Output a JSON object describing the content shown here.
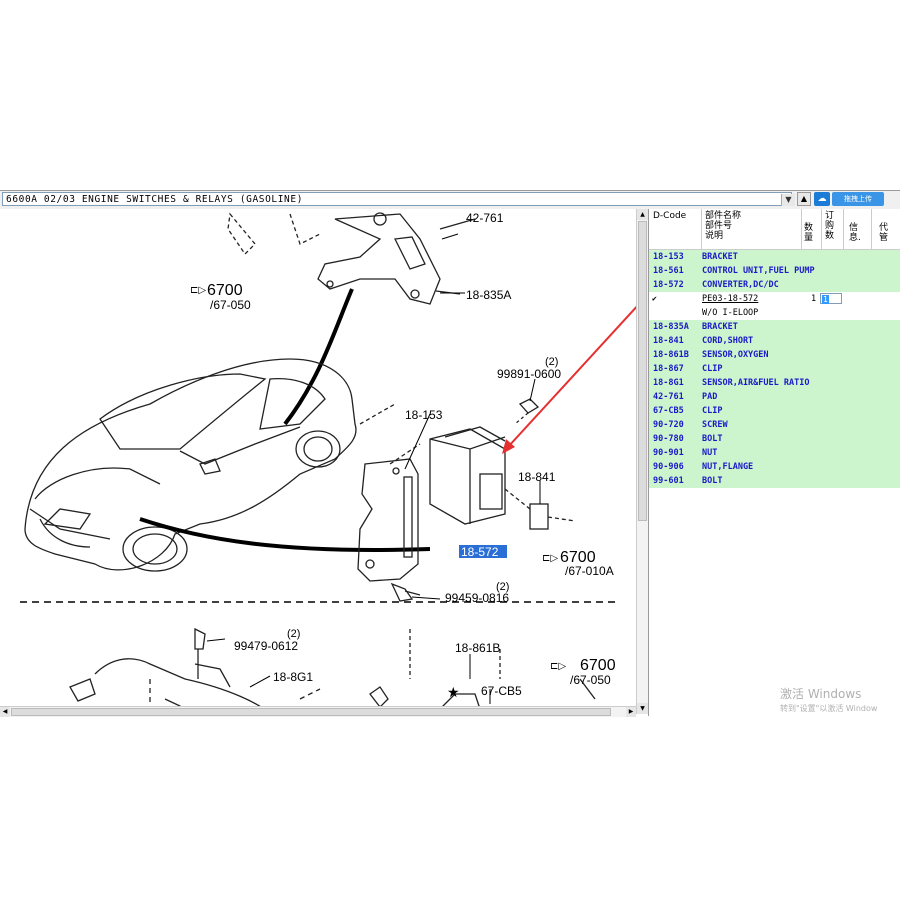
{
  "toolbar": {
    "dropdown_value": "6600A 02/03 ENGINE SWITCHES & RELAYS (GASOLINE)",
    "upload_label": "拖拽上传",
    "cloud_icon": "cloud-icon",
    "dropdown_icon": "chevron-down-icon"
  },
  "drawing": {
    "labels": {
      "ref_6700_top": "6700",
      "ref_67050_top": "/67-050",
      "ref_6700_mid": "6700",
      "ref_67010a": "/67-010A",
      "ref_6700_bot": "6700",
      "ref_67050_bot": "/67-050",
      "p_42761": "42-761",
      "p_18835a": "18-835A",
      "p_99891": "99891-0600",
      "p_99891_qty": "(2)",
      "p_18153": "18-153",
      "p_18841": "18-841",
      "p_18572": "18-572",
      "p_99459": "99459-0816",
      "p_99459_qty": "(2)",
      "p_99479": "99479-0612",
      "p_99479_qty": "(2)",
      "p_188g1": "18-8G1",
      "p_18861b": "18-861B",
      "p_67cb5": "67-CB5"
    },
    "arrow_color": "#e53030",
    "highlight_color": "#2a6fd6"
  },
  "parts_table": {
    "headers": {
      "dcode": "D-Code",
      "name_l1": "部件名称",
      "name_l2": "部件号",
      "name_l3": "说明",
      "qty": "数量",
      "order_l1": "订",
      "order_l2": "购",
      "order_l3": "数",
      "info_l1": "信",
      "info_l2": "息.",
      "mgmt_l1": "代",
      "mgmt_l2": "管"
    },
    "rows": [
      {
        "code": "18-153",
        "desc": "BRACKET"
      },
      {
        "code": "18-561",
        "desc": "CONTROL UNIT,FUEL PUMP"
      },
      {
        "code": "18-572",
        "desc": "CONVERTER,DC/DC"
      }
    ],
    "selected_part": {
      "check": "✔",
      "part_no": "PE03-18-572",
      "qty": "1",
      "order_qty": "1",
      "note": "W/O I-ELOOP"
    },
    "rows_after": [
      {
        "code": "18-835A",
        "desc": "BRACKET"
      },
      {
        "code": "18-841",
        "desc": "CORD,SHORT"
      },
      {
        "code": "18-861B",
        "desc": "SENSOR,OXYGEN"
      },
      {
        "code": "18-867",
        "desc": "CLIP"
      },
      {
        "code": "18-8G1",
        "desc": "SENSOR,AIR&FUEL RATIO"
      },
      {
        "code": "42-761",
        "desc": "PAD"
      },
      {
        "code": "67-CB5",
        "desc": "CLIP"
      },
      {
        "code": "90-720",
        "desc": "SCREW"
      },
      {
        "code": "90-780",
        "desc": "BOLT"
      },
      {
        "code": "90-901",
        "desc": "NUT"
      },
      {
        "code": "90-906",
        "desc": "NUT,FLANGE"
      },
      {
        "code": "99-601",
        "desc": "BOLT"
      }
    ],
    "row_highlight": "#cdf5cd"
  },
  "watermark": {
    "line1": "激活 Windows",
    "line2": "转到\"设置\"以激活 Window"
  }
}
